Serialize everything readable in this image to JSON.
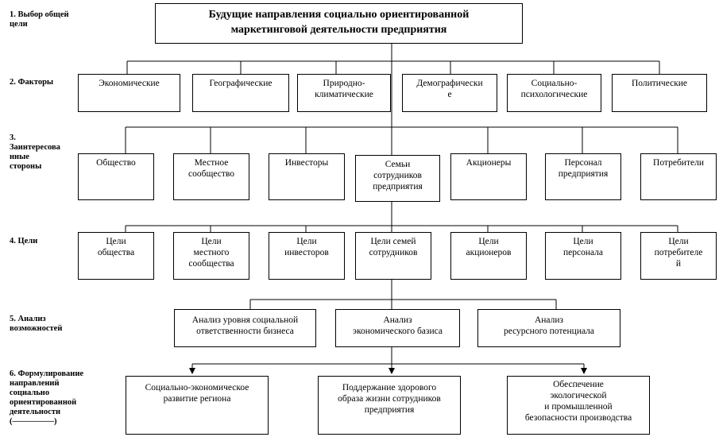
{
  "title": "Будущие направления социально ориентированной\nмаркетинговой деятельности предприятия",
  "stages": [
    "1. Выбор общей\nцели",
    "2. Факторы",
    "3.\nЗаинтересова\nнные\nстороны",
    "4. Цели",
    "5. Анализ\nвозможностей",
    "6. Формулирование\nнаправлений\nсоциально\nориентированной\nдеятельности\n(—————)"
  ],
  "factors": [
    "Экономические",
    "Географические",
    "Природно-\nклиматические",
    "Демографически\nе",
    "Социально-\nпсихологические",
    "Политические"
  ],
  "stakeholders": [
    "Общество",
    "Местное\nсообщество",
    "Инвесторы",
    "Семьи\nсотрудников\nпредприятия",
    "Акционеры",
    "Персонал\nпредприятия",
    "Потребители"
  ],
  "goals": [
    "Цели\nобщества",
    "Цели\nместного\nсообщества",
    "Цели\nинвесторов",
    "Цели семей\nсотрудников",
    "Цели\nакционеров",
    "Цели\nперсонала",
    "Цели\nпотребителе\nй"
  ],
  "analysis": [
    "Анализ уровня социальной\nответственности бизнеса",
    "Анализ\nэкономического базиса",
    "Анализ\nресурсного потенциала"
  ],
  "directions": [
    "Социально-экономическое\nразвитие региона",
    "Поддержание здорового\nобраза жизни сотрудников\nпредприятия",
    "Обеспечение\nэкологической\nи промышленной\nбезопасности производства"
  ]
}
